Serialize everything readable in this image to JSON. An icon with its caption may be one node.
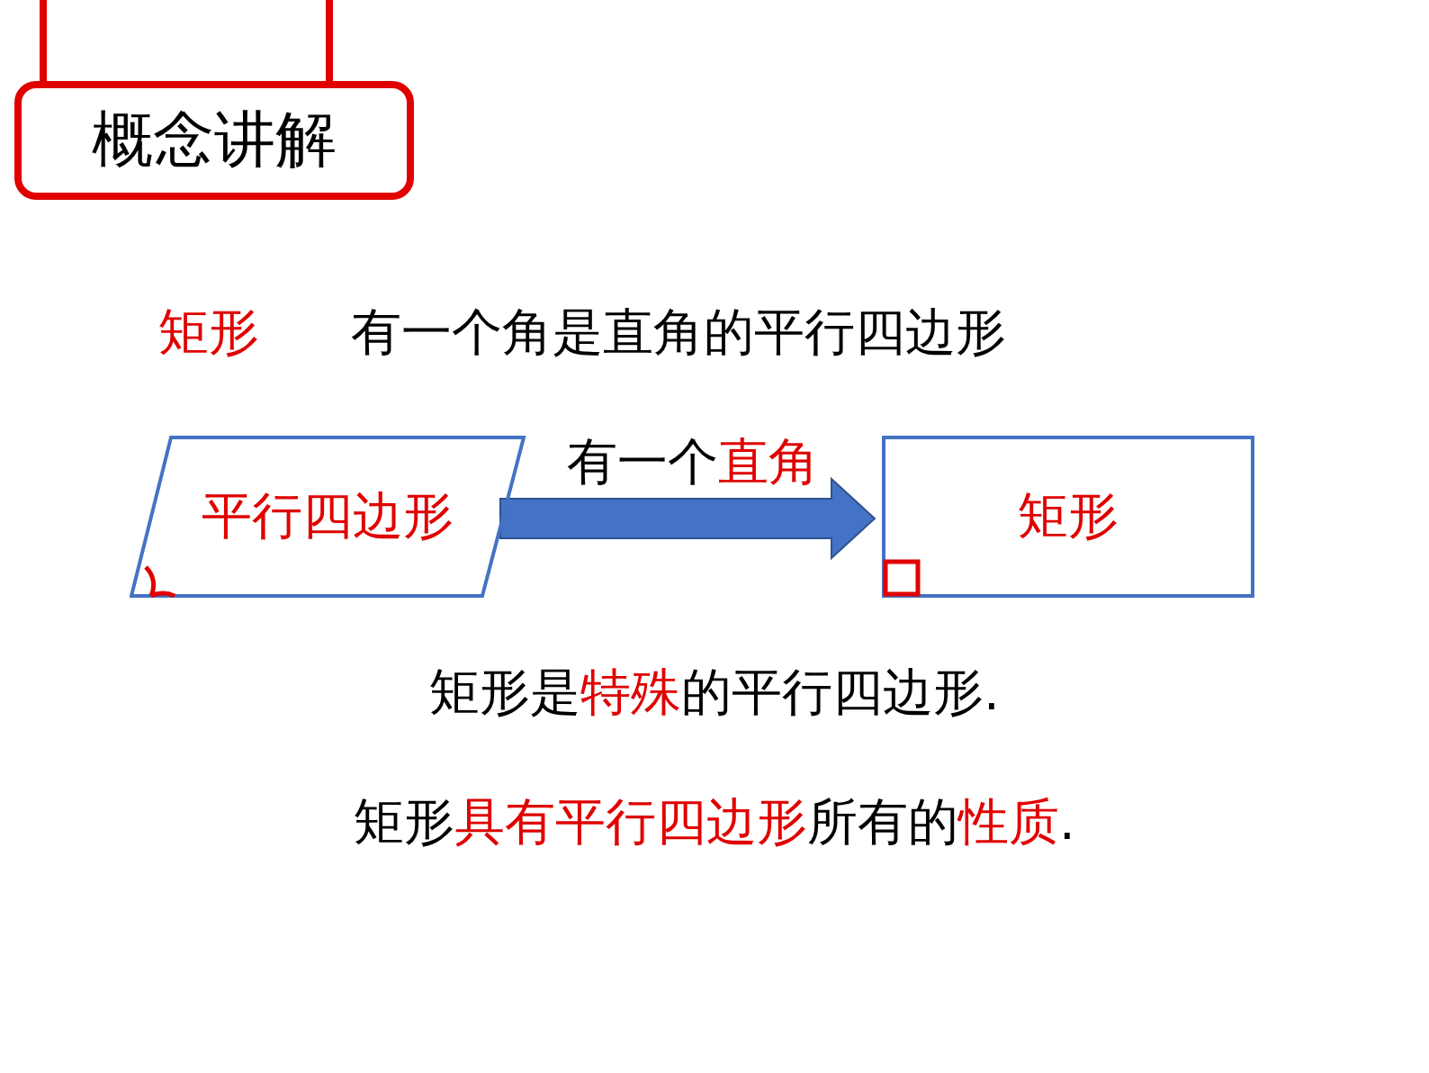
{
  "diagram": {
    "title": "概念讲解",
    "nodes": [
      {
        "text": [
          "平行四边形"
        ]
      },
      {
        "text": [
          "矩形"
        ]
      }
    ],
    "edges": [
      {
        "from": 0,
        "to": 1,
        "arrow": "to",
        "label": "有一个**直角**",
        "style": "thick"
      }
    ],
    "labels": [
      "矩形",
      "有一个角是直角的平行四边形",
      "矩形是**特殊**的平行四边形.",
      "矩形**具有平行四边形**所有的**性质**."
    ]
  }
}
